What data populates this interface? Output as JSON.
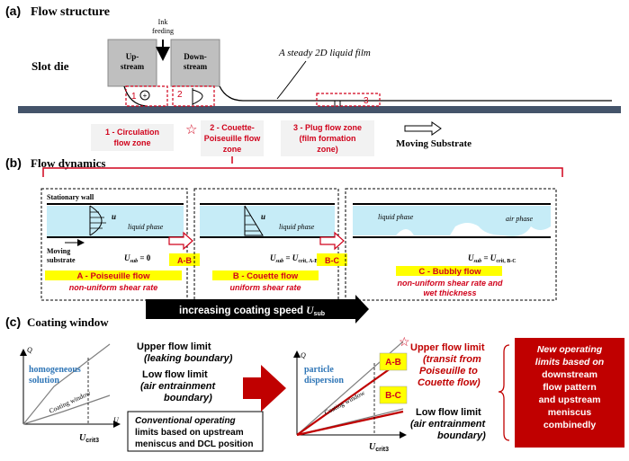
{
  "panel_a": {
    "label": "(a)",
    "title": "Flow structure",
    "slot_die": "Slot die",
    "ink_feeding_1": "Ink",
    "ink_feeding_2": "feeding",
    "upstream_1": "Up-",
    "upstream_2": "stream",
    "downstream_1": "Down-",
    "downstream_2": "stream",
    "liquid_film": "A steady 2D liquid film",
    "zone1_num": "1",
    "zone2_num": "2",
    "zone3_num": "3",
    "zone1_l1": "1 - Circulation",
    "zone1_l2": "flow zone",
    "zone2_l1": "2 - Couette-",
    "zone2_l2": "Poiseuille flow",
    "zone2_l3": "zone",
    "zone3_l1": "3 - Plug flow zone",
    "zone3_l2": "(film formation",
    "zone3_l3": "zone)",
    "moving_substrate": "Moving Substrate"
  },
  "panel_b": {
    "label": "(b)",
    "title": "Flow dynamics",
    "stationary_wall": "Stationary wall",
    "liquid_phase": "liquid phase",
    "liquid_phase_c": "liquid phase",
    "air_phase": "air phase",
    "moving_1": "Moving",
    "moving_2": "substrate",
    "u": "u",
    "eq_a": "U",
    "eq_a_sub": "sub",
    "eq_a_rhs": " = 0",
    "eq_b": "U",
    "eq_b_sub": "sub",
    "eq_b_rhs": " = U",
    "eq_b_rhs_sub": "crit, A-B",
    "eq_c": "U",
    "eq_c_sub": "sub",
    "eq_c_rhs": " = U",
    "eq_c_rhs_sub": "crit, B-C",
    "trans_ab": "A-B",
    "trans_bc": "B-C",
    "a_title": "A - Poiseuille flow",
    "a_sub": "non-uniform shear rate",
    "b_title": "B - Couette flow",
    "b_sub": "uniform shear rate",
    "c_title": "C - Bubbly flow",
    "c_sub1": "non-uniform shear rate and",
    "c_sub2": "wet thickness",
    "speed_text": "increasing coating speed ",
    "speed_u": "U",
    "speed_sub": "sub"
  },
  "panel_c": {
    "label": "(c)",
    "title": "Coating window",
    "q": "Q",
    "u": "U",
    "left_solution_1": "homogeneous",
    "left_solution_2": "solution",
    "coating_window": "Coating window",
    "upper_1": "Upper flow limit",
    "upper_2": "(leaking boundary)",
    "lower_1": "Low flow limit",
    "lower_2": "(air entrainment",
    "lower_3": "boundary)",
    "ucrit": "U",
    "ucrit_sub": "crit3",
    "conv_1": "Conventional operating",
    "conv_2": "limits based on upstream",
    "conv_3": "meniscus and DCL position",
    "right_solution_1": "particle",
    "right_solution_2": "dispersion",
    "ab": "A-B",
    "bc": "B-C",
    "r_upper_1": "Upper flow limit",
    "r_upper_2": "(transit from",
    "r_upper_3": "Poiseuille to",
    "r_upper_4": "Couette flow)",
    "r_lower_1": "Low flow limit",
    "r_lower_2": "(air entrainment",
    "r_lower_3": "boundary)",
    "new_1": "New operating",
    "new_2": "limits based on",
    "new_3": "downstream",
    "new_4": "flow pattern",
    "new_5": "and upstream",
    "new_6": "meniscus",
    "new_7": "combinedly"
  },
  "colors": {
    "red": "#d0021b",
    "dark_red": "#c00000",
    "liquid": "#c6ecf7",
    "highlight": "#ffff00",
    "die_gray": "#bfbfbf",
    "substrate": "#44546a"
  }
}
